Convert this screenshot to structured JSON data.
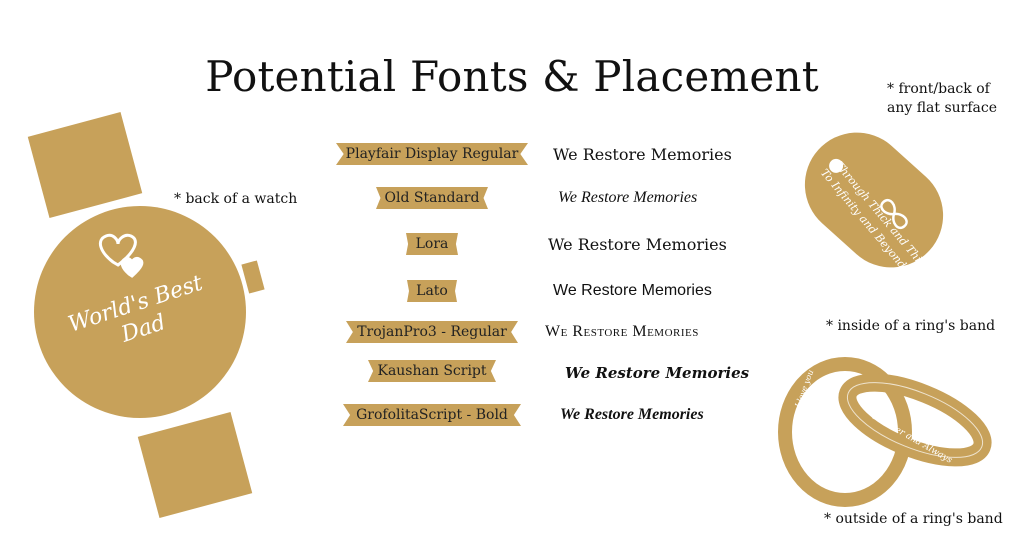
{
  "title": "Potential Fonts & Placement",
  "notes": {
    "watch": "* back of a watch",
    "flat_surface_line1": "* front/back of",
    "flat_surface_line2": "any flat surface",
    "ring_inside": "* inside of a ring's band",
    "ring_outside": "* outside of a ring's band"
  },
  "fonts": [
    {
      "name": "Playfair Display Regular",
      "sample": "We Restore Memories"
    },
    {
      "name": "Old Standard",
      "sample": "We Restore Memories"
    },
    {
      "name": "Lora",
      "sample": "We Restore Memories"
    },
    {
      "name": "Lato",
      "sample": "We Restore Memories"
    },
    {
      "name": "TrojanPro3 - Regular",
      "sample": "We Restore Memories"
    },
    {
      "name": "Kaushan Script",
      "sample": "We Restore Memories"
    },
    {
      "name": "GrofolitaScript - Bold",
      "sample": "We Restore Memories"
    }
  ],
  "watch_engraving": {
    "line1": "World's Best",
    "line2": "Dad"
  },
  "tag_engraving": {
    "line1": "Through Thick and Thin",
    "line2": "To Infinity and Beyond"
  },
  "ring_engraving": {
    "left": "I love you",
    "right": "Forever and Always"
  },
  "colors": {
    "gold": "#c7a15a",
    "text": "#111111",
    "background": "#ffffff"
  },
  "icons": [
    "heart-icon",
    "infinity-icon"
  ]
}
